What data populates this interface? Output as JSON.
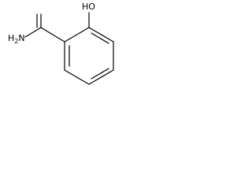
{
  "molecule": {
    "atoms": {
      "hydroxyl": "HO",
      "amine_main": "H",
      "amine_sub": "2",
      "amine_n": "N"
    }
  }
}
